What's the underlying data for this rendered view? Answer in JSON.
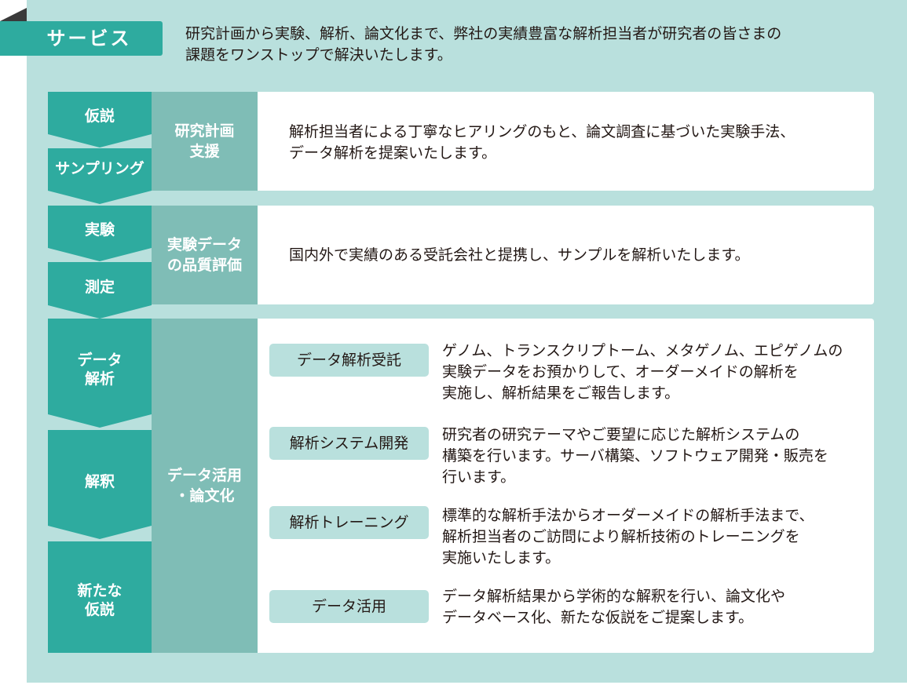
{
  "header": {
    "tab_label": "サービス",
    "intro_lines": [
      "研究計画から実験、解析、論文化まで、弊社の実績豊富な解析担当者が研究者の皆さまの",
      "課題をワンストップで解決いたします。"
    ]
  },
  "rows": [
    {
      "steps": [
        "仮説",
        "サンプリング"
      ],
      "phase": [
        "研究計画",
        "支援"
      ],
      "desc": [
        "解析担当者による丁寧なヒアリングのもと、論文調査に基づいた実験手法、",
        "データ解析を提案いたします。"
      ]
    },
    {
      "steps": [
        "実験",
        "測定"
      ],
      "phase": [
        "実験データ",
        "の品質評価"
      ],
      "desc": [
        "国内外で実績のある受託会社と提携し、サンプルを解析いたします。"
      ]
    },
    {
      "steps": [
        [
          "データ",
          "解析"
        ],
        [
          "解釈"
        ],
        [
          "新たな",
          "仮説"
        ]
      ],
      "phase": [
        "データ活用",
        "・論文化"
      ],
      "services": [
        {
          "label": "データ解析受託",
          "desc": [
            "ゲノム、トランスクリプトーム、メタゲノム、エピゲノムの",
            "実験データをお預かりして、オーダーメイドの解析を",
            "実施し、解析結果をご報告します。"
          ]
        },
        {
          "label": "解析システム開発",
          "desc": [
            "研究者の研究テーマやご要望に応じた解析システムの",
            "構築を行います。サーバ構築、ソフトウェア開発・販売を",
            "行います。"
          ]
        },
        {
          "label": "解析トレーニング",
          "desc": [
            "標準的な解析手法からオーダーメイドの解析手法まで、",
            "解析担当者のご訪問により解析技術のトレーニングを",
            "実施いたします。"
          ]
        },
        {
          "label": "データ活用",
          "desc": [
            "データ解析結果から学術的な解釈を行い、論文化や",
            "データベース化、新たな仮説をご提案します。"
          ]
        }
      ]
    }
  ],
  "colors": {
    "teal": "#2eab9f",
    "panel": "#b9e0dd",
    "phase": "#7fbdb6"
  }
}
